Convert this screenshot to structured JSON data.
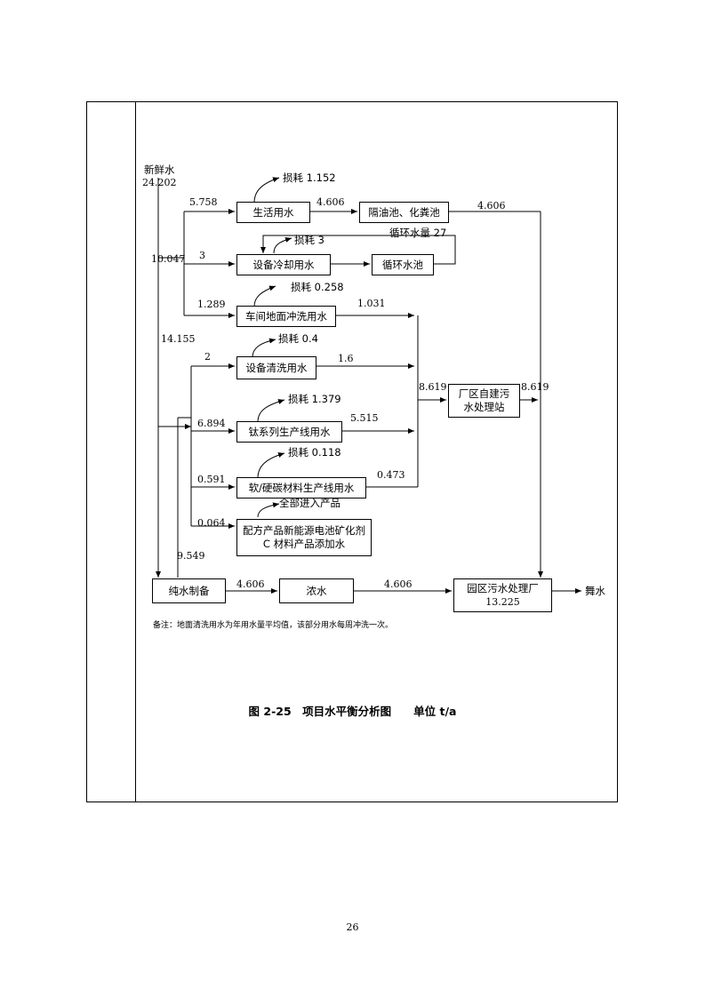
{
  "source": {
    "name": "新鲜水",
    "value": "24.202"
  },
  "boxes": {
    "domestic": "生活用水",
    "oil_septic": "隔油池、化粪池",
    "cooling": "设备冷却用水",
    "circ_pool": "循环水池",
    "floor_wash": "车间地面冲洗用水",
    "equip_clean": "设备清洗用水",
    "ti_line": "钛系列生产线用水",
    "soft_hard": "软/硬碳材料生产线用水",
    "formula": "配方产品新能源电池矿化剂 C 材料产品添加水",
    "plant_wwtp": "厂区自建污水处理站",
    "pure_water": "纯水制备",
    "concentrate": "浓水",
    "park_wwtp": "园区污水处理厂",
    "park_wwtp_value": "13.225"
  },
  "flows": {
    "to_domestic": "5.758",
    "domestic_loss": "损耗 1.152",
    "domestic_out": "4.606",
    "oil_out": "4.606",
    "branch_mid": "10.047",
    "to_cooling": "3",
    "cooling_loss": "损耗 3",
    "circulation": "循环水量 27",
    "to_floor": "1.289",
    "floor_loss": "损耗 0.258",
    "floor_out": "1.031",
    "branch_low": "14.155",
    "to_clean": "2",
    "clean_loss": "损耗 0.4",
    "clean_out": "1.6",
    "to_ti": "6.894",
    "ti_loss": "损耗 1.379",
    "ti_out": "5.515",
    "to_soft": "0.591",
    "soft_loss": "损耗 0.118",
    "soft_out": "0.473",
    "to_formula": "0.064",
    "formula_note": "全部进入产品",
    "to_plant": "8.619",
    "plant_out": "8.619",
    "pure_in": "9.549",
    "pure_conc": "4.606",
    "conc_out": "4.606",
    "discharge": "舞水"
  },
  "note": "备注：地面清洗用水为年用水量平均值，该部分用水每周冲洗一次。",
  "caption": "图 2-25　项目水平衡分析图　　单位 t/a",
  "page_number": "26"
}
